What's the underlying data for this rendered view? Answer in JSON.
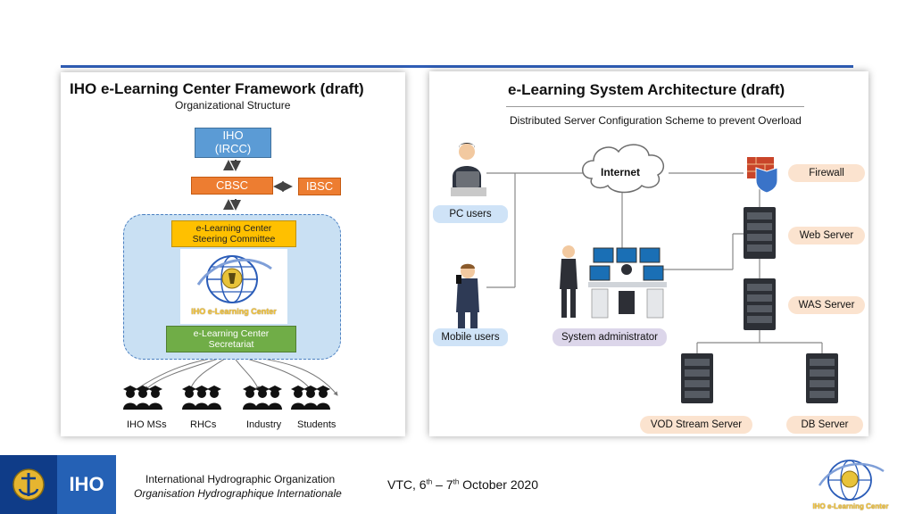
{
  "left": {
    "title": "IHO e-Learning Center Framework (draft)",
    "subtitle": "Organizational Structure",
    "iho_line1": "IHO",
    "iho_line2": "(IRCC)",
    "cbsc": "CBSC",
    "ibsc": "IBSC",
    "steering_line1": "e-Learning Center",
    "steering_line2": "Steering Committee",
    "logo_caption": "IHO e-Learning Center",
    "secretariat_line1": "e-Learning Center",
    "secretariat_line2": "Secretariat",
    "groups": [
      "IHO MSs",
      "RHCs",
      "Industry",
      "Students"
    ]
  },
  "right": {
    "title": "e-Learning System Architecture (draft)",
    "subtitle": "Distributed Server Configuration Scheme to prevent Overload",
    "internet": "Internet",
    "pc_users": "PC users",
    "mobile_users": "Mobile users",
    "sysadmin": "System administrator",
    "firewall": "Firewall",
    "web_server": "Web Server",
    "was_server": "WAS Server",
    "vod_server": "VOD Stream Server",
    "db_server": "DB Server"
  },
  "footer": {
    "logo_text": "IHO",
    "org_en": "International Hydrographic Organization",
    "org_fr": "Organisation Hydrographique Internationale",
    "vtc_pre": "VTC, 6",
    "vtc_sup1": "th",
    "vtc_mid": " – 7",
    "vtc_sup2": "th",
    "vtc_post": " October 2020",
    "logo_caption": "IHO e-Learning Center"
  },
  "colors": {
    "accent_blue": "#2f5db5",
    "iho_box": "#5b9bd5",
    "cbsc_box": "#ed7d31",
    "steering_box": "#ffc000",
    "secretariat_box": "#70ad47",
    "footer_blue": "#2561b5"
  }
}
